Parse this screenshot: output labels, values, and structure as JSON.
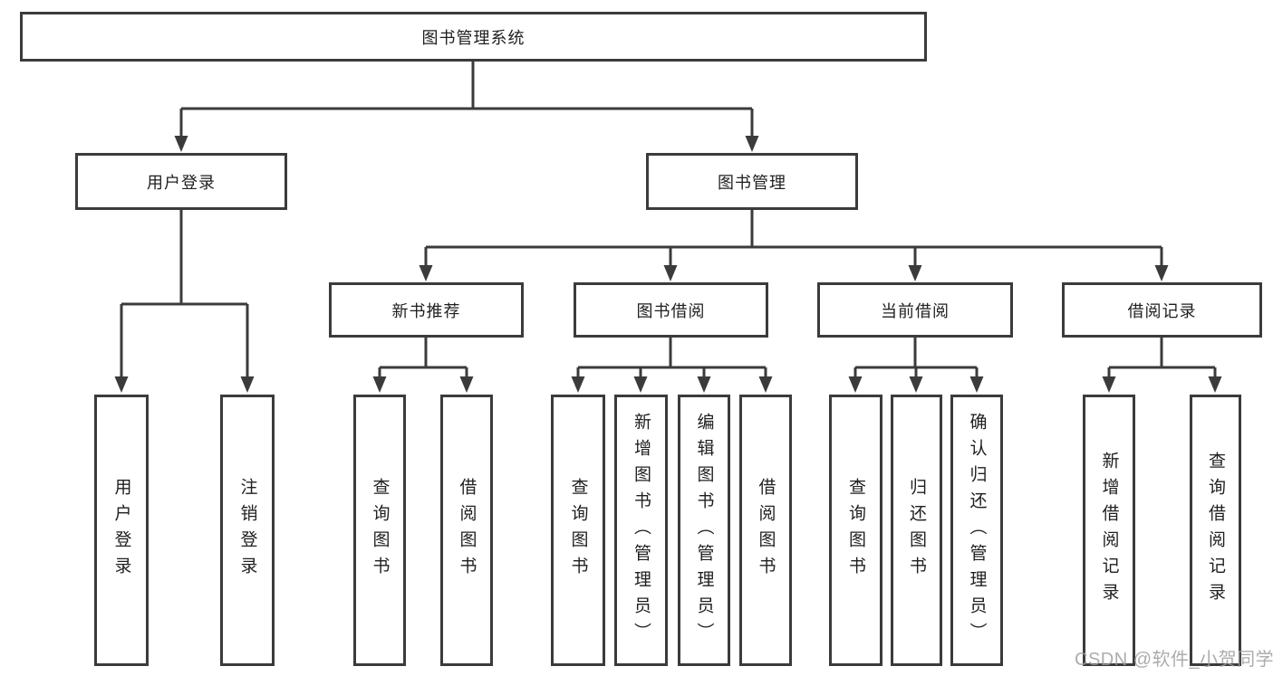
{
  "diagram_type": "hierarchy-tree",
  "tree": {
    "label": "图书管理系统",
    "children": [
      {
        "label": "用户登录",
        "children": [
          {
            "label": "用户登录"
          },
          {
            "label": "注销登录"
          }
        ]
      },
      {
        "label": "图书管理",
        "children": [
          {
            "label": "新书推荐",
            "children": [
              {
                "label": "查询图书"
              },
              {
                "label": "借阅图书"
              }
            ]
          },
          {
            "label": "图书借阅",
            "children": [
              {
                "label": "查询图书"
              },
              {
                "label": "新增图书（管理员）"
              },
              {
                "label": "编辑图书（管理员）"
              },
              {
                "label": "借阅图书"
              }
            ]
          },
          {
            "label": "当前借阅",
            "children": [
              {
                "label": "查询图书"
              },
              {
                "label": "归还图书"
              },
              {
                "label": "确认归还（管理员）"
              }
            ]
          },
          {
            "label": "借阅记录",
            "children": [
              {
                "label": "新增借阅记录"
              },
              {
                "label": "查询借阅记录"
              }
            ]
          }
        ]
      }
    ]
  },
  "watermark": {
    "text": "CSDN @软件_小贺同学"
  },
  "colors": {
    "line": "#3b3b3b",
    "text": "#1f1f1f",
    "watermark": "#9e9ea0",
    "background": "#ffffff"
  }
}
